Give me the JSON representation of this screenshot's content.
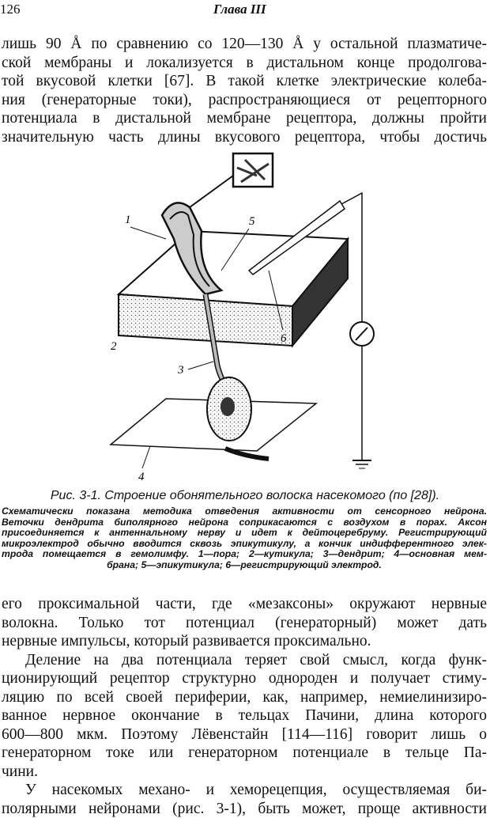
{
  "header": {
    "page_number": "126",
    "running_title": "Глава III"
  },
  "para1": [
    "лишь 90 Å по сравнению со 120—130 Å у остальной плазматиче-",
    "ской мембраны и локализуется в дистальном конце продолгова-",
    "той вкусовой клетки [67]. В такой клетке электрические колеба-",
    "ния (генераторные токи), распространяющиеся от рецепторного",
    "потенциала в дистальной мембране рецептора, должны пройти",
    "значительную часть длины вкусового рецептора, чтобы достичь"
  ],
  "figure": {
    "labels": [
      "1",
      "2",
      "3",
      "4",
      "5",
      "6"
    ],
    "title": "Рис. 3-1. Строение обонятельного волоска насекомого (по [28]).",
    "caption": [
      "Схематически показана методика отведения активности от сенсорного нейрона.",
      "Веточки дендрита биполярного нейрона соприкасаются с воздухом в порах. Аксон",
      "присоединяется к антеннальному нерву и идет к дейтоцеребруму. Регистрирующий",
      "микроэлектрод обычно вводится сквозь эпикутикулу, а кончик индифферентного элек-",
      "трода помещается в гемолимфу. 1—пора; 2—кутикула; 3—дендрит; 4—основная мем-",
      "брана; 5—эпикутикула; 6—регистрирующий электрод."
    ]
  },
  "para2": [
    "его проксимальной части, где «мезаксоны» окружают нервные",
    "волокна. Только тот потенциал (генераторный) может дать",
    "нервные импульсы, который развивается проксимально.",
    "Деление на два потенциала теряет свой смысл, когда функ-",
    "ционирующий рецептор структурно однороден и получает стиму-",
    "ляцию по всей своей периферии, как, например, немиелинизиро-",
    "ванное нервное окончание в тельцах Пачини, длина которого",
    "600—800 мкм. Поэтому Лёвенстайн [114—116] говорит лишь о",
    "генераторном токе или генераторном потенциале в тельце Па-",
    "чини.",
    "У насекомых механо- и хеморецепция, осуществляемая би-",
    "полярными нейронами (рис. 3-1), быть может, проще активности"
  ]
}
